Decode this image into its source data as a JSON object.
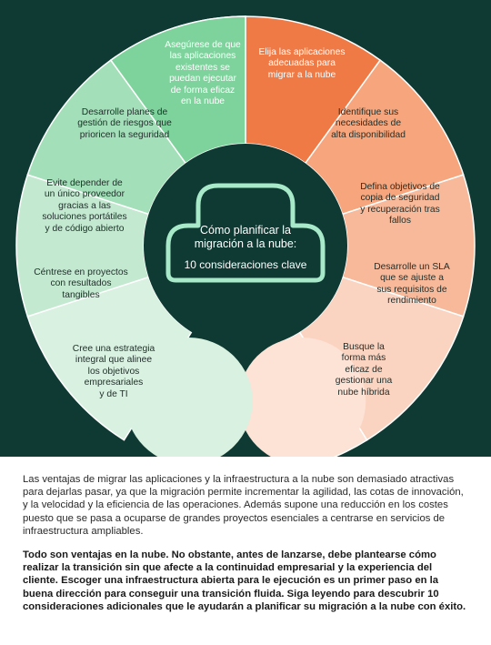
{
  "diagram": {
    "title": "Cómo planificar la\nmigración a la nube:",
    "subtitle": "10 consideraciones clave",
    "segments": [
      {
        "label": "Asegúrese de que\nlas aplicaciones\nexistentes se\npuedan ejecutar\nde forma eficaz\nen la nube",
        "color": "#52c27a"
      },
      {
        "label": "Elija las aplicaciones\nadecuadas para\nmigrar a la nube",
        "color": "#f07a45"
      },
      {
        "label": "Identifique sus\nnecesidades de\nalta disponibilidad",
        "color": "#f7a57c"
      },
      {
        "label": "Defina objetivos de\ncopia de seguridad\ny recuperación tras\nfallos",
        "color": "#f8b99a"
      },
      {
        "label": "Desarrolle un SLA\nque se ajuste a\nsus requisitos de\nrendimiento",
        "color": "#fbd3c1"
      },
      {
        "label": "Busque la\nforma más\neficaz de\ngestionar una\nnube híbrida",
        "color": "#fde2d6"
      },
      {
        "label": "Cree una estrategia\nintegral que alinee\nlos objetivos\nempresariales\ny de TI",
        "color": "#d9f1e0"
      },
      {
        "label": "Céntrese en proyectos\ncon resultados\ntangibles",
        "color": "#c3e9d0"
      },
      {
        "label": "Evite depender de\nun único proveedor\ngracias a las\nsoluciones portátiles\ny de código abierto",
        "color": "#a3dfb8"
      },
      {
        "label": "Desarrolle planes de\ngestión de riesgos que\nprioricen la seguridad",
        "color": "#7ed39c"
      }
    ]
  },
  "text": {
    "paragraph1": "Las ventajas de migrar las aplicaciones y la infraestructura a la nube son demasiado atractivas para dejarlas pasar, ya que la migración permite incrementar la agilidad, las cotas de innovación, y la velocidad y la eficiencia de las operaciones. Además supone una reducción en los costes puesto que se pasa a ocuparse de grandes proyectos esenciales a centrarse en servicios de infraestructura ampliables.",
    "paragraph2": "Todo son ventajas en la nube. No obstante, antes de lanzarse, debe plantearse cómo realizar la transición sin que afecte a la continuidad empresarial y la experiencia del cliente. Escoger una infraestructura abierta para le ejecución es un primer paso en la buena dirección para conseguir una transición fluida. Siga leyendo para descubrir 10 consideraciones adicionales que le ayudarán a planificar su migración a la nube con éxito."
  }
}
